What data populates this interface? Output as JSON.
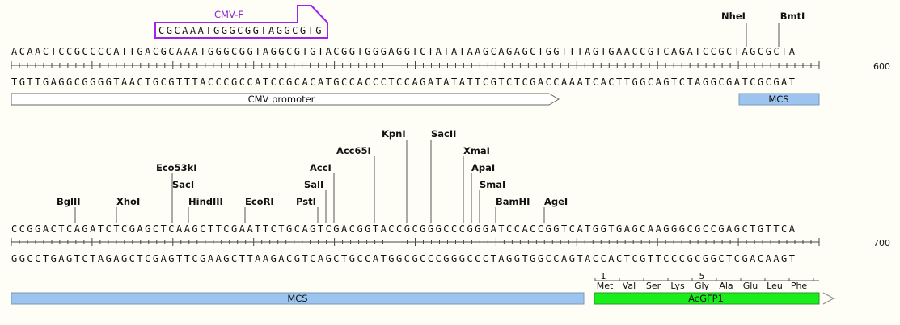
{
  "primer": {
    "name": "CMV-F",
    "sequence": "CGCAAATGGGCGGTAGGCGTG",
    "color": "#a020f0"
  },
  "rows": [
    {
      "top": "ACAACTCCGCCCCATTGACGCAAATGGGCGGTAGGCGTGTACGGTGGGAGGTCTATATAAGCAGAGCTGGTTTAGTGAACCGTCAGATCCGCTAGCGCTA",
      "bottom": "TGTTGAGGCGGGGTAACTGCGTTTACCCGCCATCCGCACATGCCACCCTCCAGATATATTCGTCTCGACCAAATCACTTGGCAGTCTAGGCGATCGCGAT",
      "position": "600",
      "enzymes": [
        {
          "name": "NheI"
        },
        {
          "name": "BmtI"
        }
      ],
      "features": [
        {
          "name": "CMV promoter",
          "color": "#ffffff"
        },
        {
          "name": "MCS",
          "color": "#9cc4ee"
        }
      ]
    },
    {
      "top": "CCGGACTCAGATCTCGAGCTCAAGCTTCGAATTCTGCAGTCGACGGTACCGCGGGCCCGGGATCCACCGGTCATGGTGAGCAAGGGCGCCGAGCTGTTCA",
      "bottom": "GGCCTGAGTCTAGAGCTCGAGTTCGAAGCTTAAGACGTCAGCTGCCATGGCGCCCGGGCCCTAGGTGGCCAGTACCACTCGTTCCCGCGGCTCGACAAGT",
      "position": "700",
      "enzymes": [
        {
          "name": "BglII"
        },
        {
          "name": "XhoI"
        },
        {
          "name": "Eco53kI"
        },
        {
          "name": "SacI"
        },
        {
          "name": "HindIII"
        },
        {
          "name": "EcoRI"
        },
        {
          "name": "PstI"
        },
        {
          "name": "SalI"
        },
        {
          "name": "AccI"
        },
        {
          "name": "Acc65I"
        },
        {
          "name": "KpnI"
        },
        {
          "name": "SacII"
        },
        {
          "name": "XmaI"
        },
        {
          "name": "ApaI"
        },
        {
          "name": "SmaI"
        },
        {
          "name": "BamHI"
        },
        {
          "name": "AgeI"
        }
      ],
      "features": [
        {
          "name": "MCS",
          "color": "#9cc4ee"
        },
        {
          "name": "AcGFP1",
          "color": "#1aee1a"
        }
      ],
      "translation": {
        "numbers": [
          "1",
          "5"
        ],
        "residues": [
          "Met",
          "Val",
          "Ser",
          "Lys",
          "Gly",
          "Ala",
          "Glu",
          "Leu",
          "Phe"
        ]
      }
    }
  ]
}
